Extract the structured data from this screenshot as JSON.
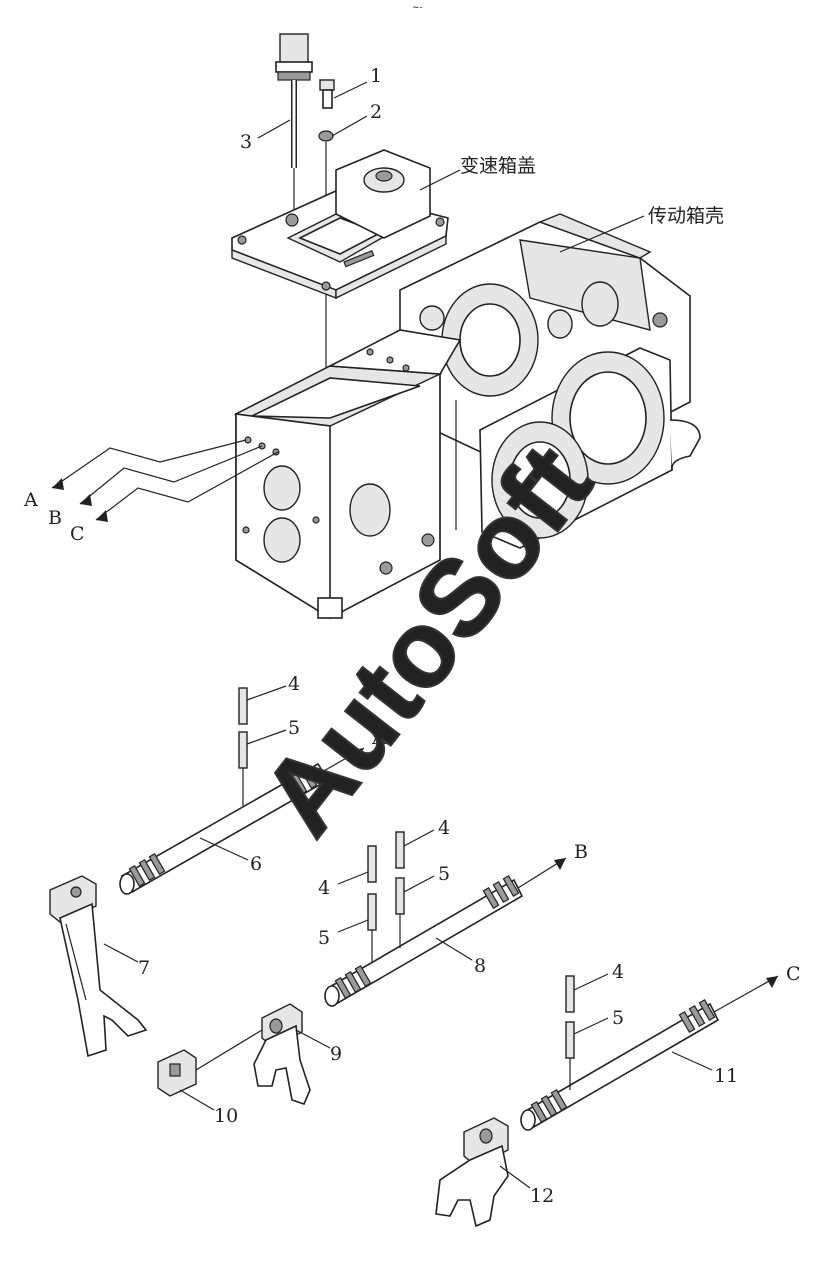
{
  "top_mark": "~-",
  "labels": {
    "cover": "变速箱盖",
    "housing": "传动箱壳",
    "p1": "1",
    "p2": "2",
    "p3": "3",
    "p4a": "4",
    "p5a": "5",
    "p6": "6",
    "p7": "7",
    "p4b": "4",
    "p5b": "5",
    "p4c": "4",
    "p5c": "5",
    "p8": "8",
    "p9": "9",
    "p10": "10",
    "p4d": "4",
    "p5d": "5",
    "p11": "11",
    "p12": "12",
    "arrowA1": "A",
    "arrowB1": "B",
    "arrowC1": "C",
    "arrowA2": "A",
    "arrowB2": "B",
    "arrowC2": "C"
  },
  "watermark": "AutoSoft"
}
